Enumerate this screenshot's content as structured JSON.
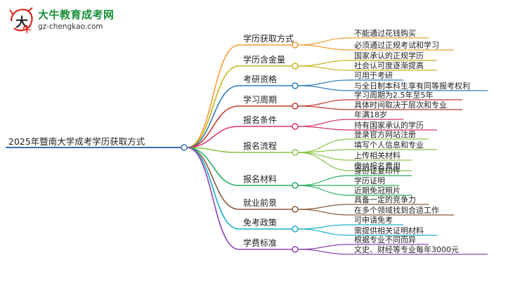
{
  "brand": {
    "name": "大牛教育成考网",
    "url": "gz-chengkao.com",
    "logo_colors": {
      "red": "#d9261c",
      "green": "#1a8f3a",
      "ink": "#222222"
    }
  },
  "mindmap": {
    "root": {
      "label": "2025年暨南大学成考学历获取方式",
      "color": "#3a6fb5"
    },
    "branches": [
      {
        "label": "学历获取方式",
        "color": "#f39c32",
        "children": [
          "不能通过花钱购买",
          "必须通过正规考试和学习"
        ]
      },
      {
        "label": "学历含金量",
        "color": "#c8b51e",
        "children": [
          "国家承认的正规学历",
          "社会认可度逐渐提高"
        ]
      },
      {
        "label": "考研资格",
        "color": "#2f7fc2",
        "children": [
          "可用于考研",
          "与全日制本科生享有同等报考权利"
        ]
      },
      {
        "label": "学习周期",
        "color": "#c0392b",
        "children": [
          "学习周期为2.5年至5年",
          "具体时间取决于层次和专业"
        ]
      },
      {
        "label": "报名条件",
        "color": "#d6336c",
        "children": [
          "年满18岁",
          "持有国家承认的学历"
        ]
      },
      {
        "label": "报名流程",
        "color": "#8bc34a",
        "children": [
          "登录官方网站注册",
          "填写个人信息和专业",
          "上传相关材料",
          "缴纳报名费用"
        ]
      },
      {
        "label": "报名材料",
        "color": "#27ae60",
        "children": [
          "身份证复印件",
          "学历证明",
          "近期免冠照片"
        ]
      },
      {
        "label": "就业前景",
        "color": "#8b5a3c",
        "children": [
          "具备一定的竞争力",
          "在多个领域找到合适工作"
        ]
      },
      {
        "label": "免考政策",
        "color": "#1aaec8",
        "children": [
          "可申请免考",
          "需提供相关证明材料"
        ]
      },
      {
        "label": "学费标准",
        "color": "#8e44ad",
        "children": [
          "根据专业不同而异",
          "文史、财经等专业每年3000元"
        ]
      }
    ]
  }
}
